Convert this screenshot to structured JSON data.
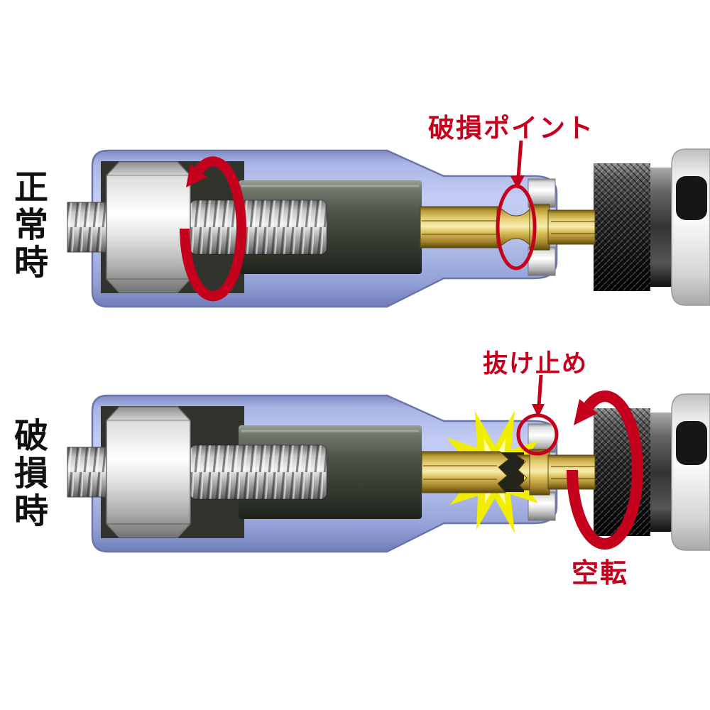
{
  "scene": {
    "background": "#ffffff",
    "top_diagram": {
      "side_label": "正常時",
      "callout_label": "破損ポイント"
    },
    "bottom_diagram": {
      "side_label": "破損時",
      "callout_label": "抜け止め",
      "spin_label": "空転"
    },
    "colors": {
      "annotation_red": "#c4001c",
      "socket_body_blue": "#b7c2ee",
      "bit_gold": "#e7d177",
      "sleeve_dark_gray": "#4d5348",
      "burst_yellow": "#f2ee00",
      "metal_light_gray": "#dedede",
      "side_label_black": "#101010"
    }
  }
}
